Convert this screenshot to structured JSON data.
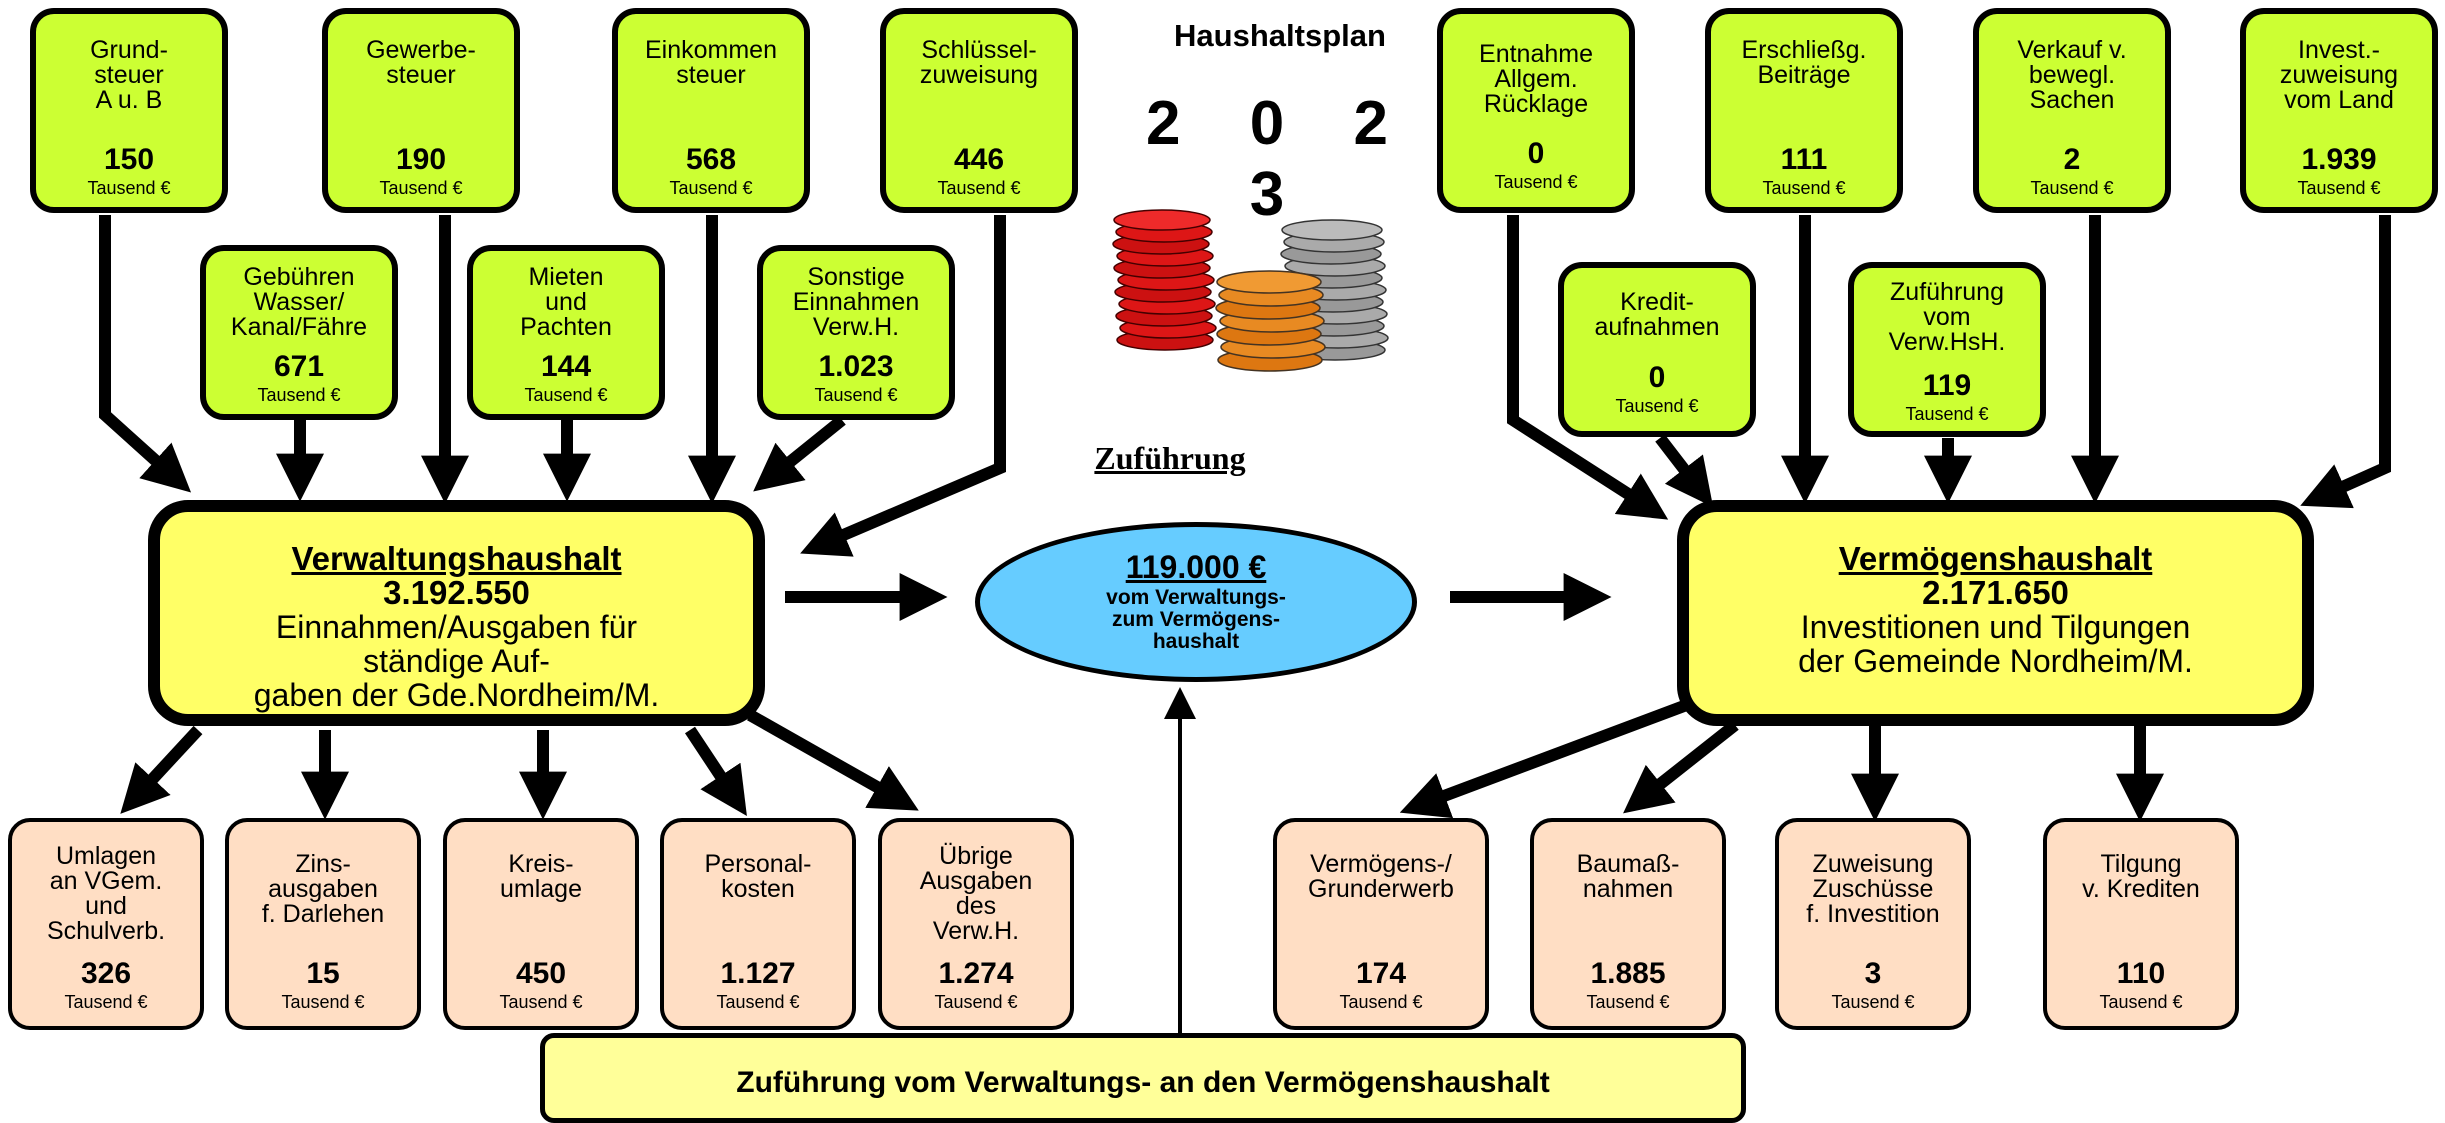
{
  "title": "Haushaltsplan",
  "year": "2 0 2 3",
  "unit": "Tausend €",
  "colors": {
    "income": "#ccff33",
    "expense": "#ffdec4",
    "main": "#ffff66",
    "transfer": "#66ccff",
    "footer": "#ffff99"
  },
  "income_top_left": [
    {
      "label": "Grund-\nsteuer\nA u. B",
      "value": "150"
    },
    {
      "label": "Gewerbe-\nsteuer",
      "value": "190"
    },
    {
      "label": "Einkommen\nsteuer",
      "value": "568"
    },
    {
      "label": "Schlüssel-\nzuweisung",
      "value": "446"
    }
  ],
  "income_mid_left": [
    {
      "label": "Gebühren\nWasser/\nKanal/Fähre",
      "value": "671"
    },
    {
      "label": "Mieten\nund\nPachten",
      "value": "144"
    },
    {
      "label": "Sonstige\nEinnahmen\nVerw.H.",
      "value": "1.023"
    }
  ],
  "income_top_right": [
    {
      "label": "Entnahme\nAllgem.\nRücklage",
      "value": "0"
    },
    {
      "label": "Erschließg.\nBeiträge",
      "value": "111"
    },
    {
      "label": "Verkauf v.\nbewegl.\nSachen",
      "value": "2"
    },
    {
      "label": "Invest.-\nzuweisung\nvom Land",
      "value": "1.939"
    }
  ],
  "income_mid_right": [
    {
      "label": "Kredit-\naufnahmen",
      "value": "0"
    },
    {
      "label": "Zuführung\nvom\nVerw.HsH.",
      "value": "119"
    }
  ],
  "verwaltung": {
    "title": "Verwaltungshaushalt",
    "amount": "3.192.550",
    "description": "Einnahmen/Ausgaben für\nständige Auf-\ngaben der Gde.Nordheim/M."
  },
  "vermoegen": {
    "title": "Vermögenshaushalt",
    "amount": "2.171.650",
    "description": "Investitionen und Tilgungen\nder Gemeinde Nordheim/M."
  },
  "transfer": {
    "heading": "Zuführung",
    "amount": "119.000 €",
    "text": "vom Verwaltungs-\nzum Vermögens-\nhaushalt"
  },
  "expenses_left": [
    {
      "label": "Umlagen\nan VGem.\nund\nSchulverb.",
      "value": "326"
    },
    {
      "label": "Zins-\nausgaben\nf. Darlehen",
      "value": "15"
    },
    {
      "label": "Kreis-\numlage",
      "value": "450"
    },
    {
      "label": "Personal-\nkosten",
      "value": "1.127"
    },
    {
      "label": "Übrige\nAusgaben\ndes\nVerw.H.",
      "value": "1.274"
    }
  ],
  "expenses_right": [
    {
      "label": "Vermögens-/\nGrunderwerb",
      "value": "174"
    },
    {
      "label": "Baumaß-\nnahmen",
      "value": "1.885"
    },
    {
      "label": "Zuweisung\nZuschüsse\nf. Investition",
      "value": "3"
    },
    {
      "label": "Tilgung\nv. Krediten",
      "value": "110"
    }
  ],
  "footer": "Zuführung vom Verwaltungs- an den Vermögenshaushalt"
}
